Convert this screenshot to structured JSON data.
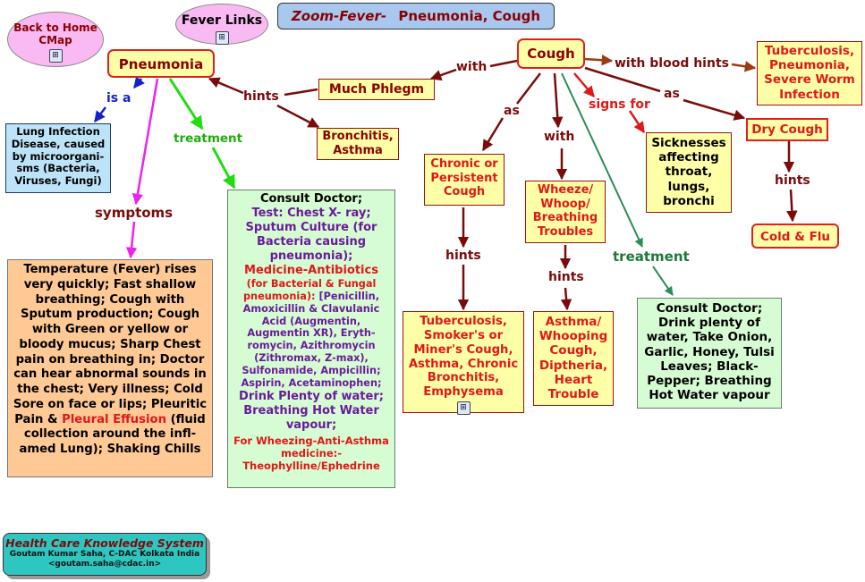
{
  "colors": {
    "dark_red": "#7b0b0b",
    "red": "#e01818",
    "green": "#22dd11",
    "teal": "#2e8b57",
    "blue": "#1422c8",
    "magenta": "#ee22ee",
    "brown": "#9b3c14"
  },
  "home_node": {
    "label": "Back to Home CMap",
    "icon": "concept-map-icon"
  },
  "fever_node": {
    "label": "Fever Links",
    "icon": "concept-map-icon"
  },
  "title_node": {
    "prefix": "Zoom-Fever-",
    "rest": "Pneumonia, Cough"
  },
  "pneumonia": {
    "label": "Pneumonia"
  },
  "lung_infection": {
    "label": "Lung Infection Disease, caused by microorgani-sms (Bacteria, Viruses, Fungi)"
  },
  "symptoms_box": {
    "p1": "Temperature (Fever) rises very quickly;  Fast shallow breathing; Cough with Sputum production;  Cough with Green or yellow or bloody mucus; Sharp Chest pain on breathing in; Doctor can hear abnormal sounds in the chest; Very illness; Cold Sore on face or lips; Pleuritic Pain & ",
    "red": "Pleural Effusion",
    "p2": " (fluid collection around the infl-amed Lung); Shaking Chills"
  },
  "pneumonia_treatment": {
    "consult": "Consult Doctor;",
    "test": "Test: Chest X- ray; Sputum Culture (for Bacteria causing pneumonia);",
    "medicine": "Medicine-Antibiotics",
    "medicine_note": "(for Bacterial & Fungal pneumonia):",
    "drugs": " [Penicillin, Amoxicillin & Clavulanic Acid (Augmentin, Augmentin XR), Eryth-romycin, Azithromycin (Zithromax, Z-max), Sulfonamide, Ampicillin; Aspirin, Acetaminophen;",
    "drink": "Drink Plenty of water; Breathing Hot Water vapour;",
    "wheeze": "For Wheezing-Anti-Asthma medicine:- Theophylline/Ephedrine"
  },
  "much_phlegm": {
    "label": "Much Phlegm"
  },
  "bronchitis_asthma": {
    "label": "Bronchitis, Asthma"
  },
  "cough": {
    "label": "Cough"
  },
  "tb_worm": {
    "label": "Tuberculosis, Pneumonia, Severe Worm Infection"
  },
  "dry_cough": {
    "label": "Dry Cough"
  },
  "cold_flu": {
    "label": "Cold & Flu"
  },
  "sicknesses": {
    "label": "Sicknesses affecting throat, lungs, bronchi"
  },
  "chronic": {
    "label": "Chronic or Persistent Cough"
  },
  "tb_smoker": {
    "label": "Tuberculosis, Smoker's or Miner's Cough, Asthma, Chronic Bronchitis, Emphysema",
    "icon": "concept-map-icon"
  },
  "wheeze": {
    "label": "Wheeze/ Whoop/ Breathing Troubles"
  },
  "asthma_whoop": {
    "label": "Asthma/ Whooping Cough, Diptheria, Heart Trouble"
  },
  "cough_treatment": {
    "label": "Consult Doctor; Drink plenty of water, Take Onion, Garlic, Honey, Tulsi Leaves; Black-Pepper; Breathing Hot Water vapour"
  },
  "link_labels": {
    "is_a": "is a",
    "treatment": "treatment",
    "symptoms": "symptoms",
    "hints": "hints",
    "with": "with",
    "with_blood_hints": "with blood hints",
    "as": "as",
    "signs_for": "signs for"
  },
  "footer": {
    "title": "Health Care Knowledge System",
    "author": "Goutam Kumar Saha, C-DAC Kolkata India",
    "email": "<goutam.saha@cdac.in>"
  }
}
